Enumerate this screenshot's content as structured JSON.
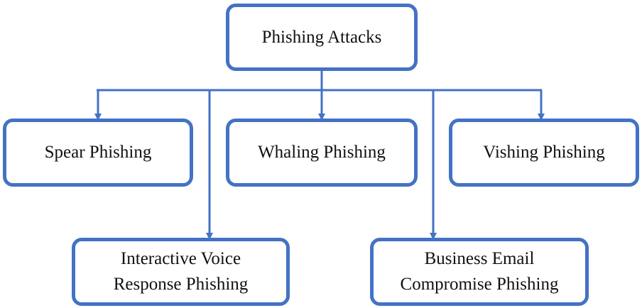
{
  "diagram": {
    "accent_color": "#4472c4",
    "root": {
      "label": "Phishing Attacks"
    },
    "children": [
      {
        "label": "Spear Phishing"
      },
      {
        "label": "Whaling Phishing"
      },
      {
        "label": "Vishing Phishing"
      },
      {
        "label": "Interactive Voice\nResponse Phishing"
      },
      {
        "label": "Business Email\nCompromise Phishing"
      }
    ]
  }
}
